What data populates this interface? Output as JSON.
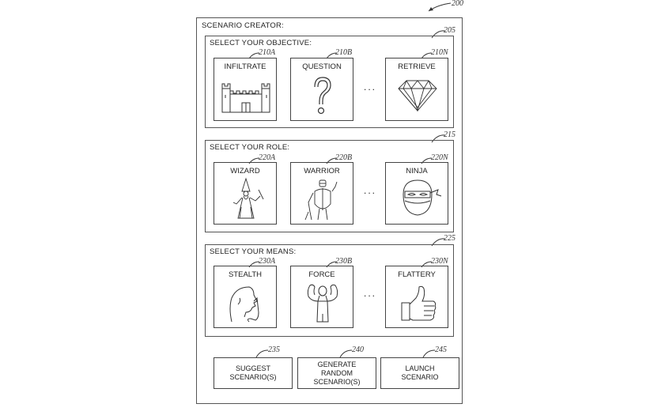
{
  "figure_ref": "200",
  "title": "SCENARIO CREATOR:",
  "sections": [
    {
      "ref": "205",
      "title": "SELECT YOUR OBJECTIVE:",
      "cards": [
        {
          "ref": "210A",
          "label": "INFILTRATE",
          "icon": "castle-icon"
        },
        {
          "ref": "210B",
          "label": "QUESTION",
          "icon": "question-mark-icon"
        },
        {
          "ref": "210N",
          "label": "RETRIEVE",
          "icon": "diamond-icon"
        }
      ]
    },
    {
      "ref": "215",
      "title": "SELECT YOUR ROLE:",
      "cards": [
        {
          "ref": "220A",
          "label": "WIZARD",
          "icon": "wizard-icon"
        },
        {
          "ref": "220B",
          "label": "WARRIOR",
          "icon": "warrior-icon"
        },
        {
          "ref": "220N",
          "label": "NINJA",
          "icon": "ninja-icon"
        }
      ]
    },
    {
      "ref": "225",
      "title": "SELECT YOUR MEANS:",
      "cards": [
        {
          "ref": "230A",
          "label": "STEALTH",
          "icon": "shush-face-icon"
        },
        {
          "ref": "230B",
          "label": "FORCE",
          "icon": "flexing-person-icon"
        },
        {
          "ref": "230N",
          "label": "FLATTERY",
          "icon": "thumbs-up-icon"
        }
      ]
    }
  ],
  "ellipsis": "...",
  "buttons": [
    {
      "ref": "235",
      "label": "SUGGEST\nSCENARIO(S)"
    },
    {
      "ref": "240",
      "label": "GENERATE\nRANDOM\nSCENARIO(S)"
    },
    {
      "ref": "245",
      "label": "LAUNCH\nSCENARIO"
    }
  ]
}
